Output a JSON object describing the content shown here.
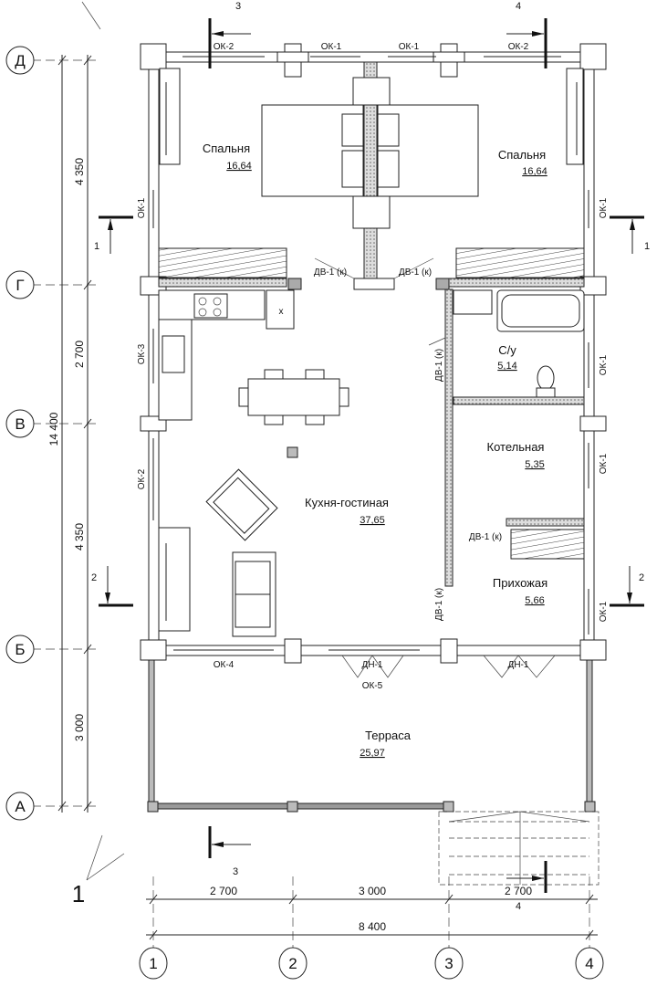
{
  "rooms": [
    {
      "name": "Спальня",
      "area": "16,64"
    },
    {
      "name": "Спальня",
      "area": "16,64"
    },
    {
      "name": "С/у",
      "area": "5,14"
    },
    {
      "name": "Котельная",
      "area": "5,35"
    },
    {
      "name": "Кухня-гостиная",
      "area": "37,65"
    },
    {
      "name": "Прихожая",
      "area": "5,66"
    },
    {
      "name": "Терраса",
      "area": "25,97"
    }
  ],
  "windows": [
    "ОК-2",
    "ОК-1",
    "ОК-1",
    "ОК-2",
    "ОК-1",
    "ОК-1",
    "ОК-3",
    "ОК-1",
    "ОК-2",
    "ОК-1",
    "ОК-1",
    "ОК-4",
    "ОК-5"
  ],
  "doors": [
    "ДВ-1 (к)",
    "ДВ-1 (к)",
    "ДВ-1 (к)",
    "ДВ-1 (к)",
    "ДВ-1 (к)",
    "ДН-1",
    "ДН-1"
  ],
  "kitchen_mark": "x",
  "axes": {
    "rows": [
      "Д",
      "Г",
      "В",
      "Б",
      "А"
    ],
    "cols": [
      "1",
      "2",
      "3",
      "4"
    ]
  },
  "dimensions": {
    "vertical": [
      "4 350",
      "2 700",
      "4 350",
      "3 000"
    ],
    "vertical_total": "14 400",
    "horizontal": [
      "2 700",
      "3 000",
      "2 700"
    ],
    "horizontal_total": "8 400"
  },
  "sections": {
    "s1": "1",
    "s2": "2",
    "s3": "3",
    "s4": "4"
  },
  "view_mark": "1"
}
